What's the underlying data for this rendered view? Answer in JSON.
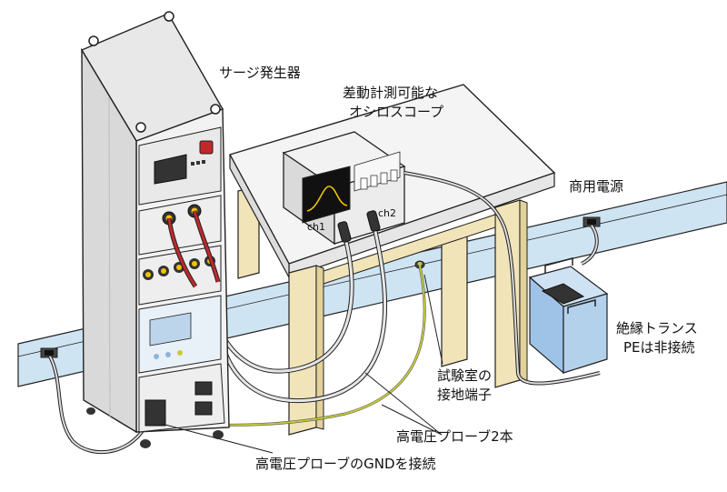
{
  "labels": {
    "surge_generator": "サージ発生器",
    "oscilloscope_line1": "差動計測可能な",
    "oscilloscope_line2": "オシロスコープ",
    "commercial_power": "商用電源",
    "isolation_line1": "絶縁トランス",
    "isolation_line2": "PEは非接続",
    "ground_line1": "試験室の",
    "ground_line2": "接地端子",
    "probes": "高電圧プローブ2本",
    "probe_gnd": "高電圧プローブのGNDを接続"
  },
  "scope": {
    "ch1": "ch1",
    "ch2": "ch2"
  },
  "colors": {
    "outline": "#222222",
    "rack": "#f2f2f2",
    "rack_side": "#d9d9d9",
    "table_top": "#f4f4f4",
    "table_leg": "#f1e4b8",
    "rail": "#cfe4f2",
    "transformer": "#9fc3e6",
    "probe_red": "#c0282a",
    "gnd_wire": "#c8cd3a",
    "screen_yellow": "#f0c400"
  },
  "icons": {
    "rack": "surge-generator-rack-icon",
    "scope": "oscilloscope-icon",
    "transformer": "isolation-transformer-icon",
    "outlet": "wall-outlet-icon"
  }
}
